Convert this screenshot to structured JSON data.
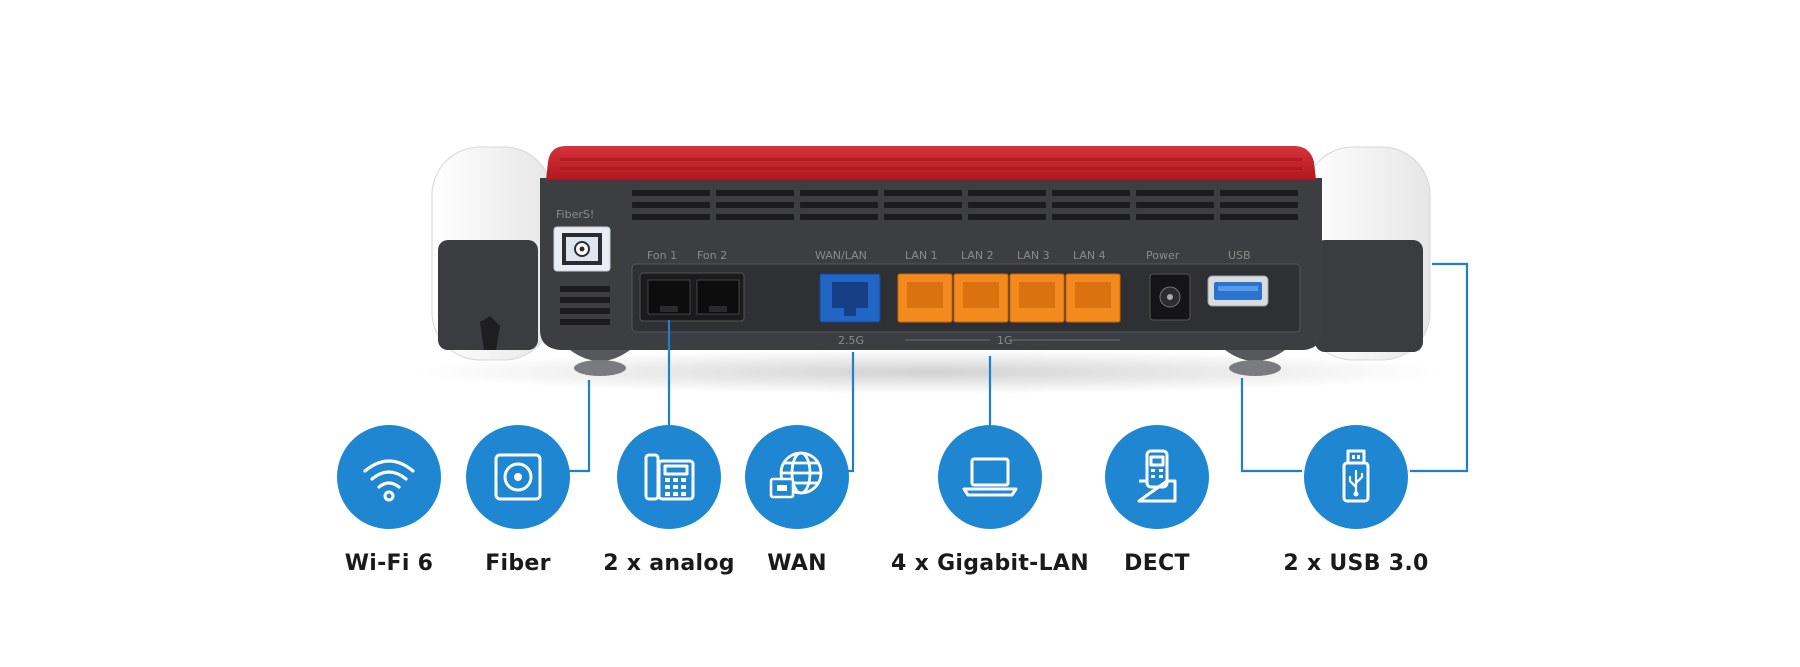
{
  "device": {
    "brand_label": "FiberS!",
    "port_labels": [
      "Fon 1",
      "Fon 2",
      "WAN/LAN",
      "LAN 1",
      "LAN 2",
      "LAN 3",
      "LAN 4",
      "Power",
      "USB"
    ],
    "wan_speed_label": "2.5G",
    "lan_speed_label": "1G",
    "colors": {
      "top_band": "#c8202a",
      "body": "#3d3e42",
      "panel": "#2b2c30",
      "end_caps": "#f4f4f4",
      "wan_port": "#2166c4",
      "lan_port": "#f28a1e",
      "usb_port": "#2a74cf"
    }
  },
  "features": [
    {
      "id": "wifi",
      "label": "Wi-Fi 6",
      "icon": "wifi-icon"
    },
    {
      "id": "fiber",
      "label": "Fiber",
      "icon": "fiber-port-icon"
    },
    {
      "id": "analog",
      "label": "2 x analog",
      "icon": "telephone-icon"
    },
    {
      "id": "wan",
      "label": "WAN",
      "icon": "globe-icon"
    },
    {
      "id": "lan",
      "label": "4 x Gigabit-LAN",
      "icon": "laptop-icon"
    },
    {
      "id": "dect",
      "label": "DECT",
      "icon": "cordless-phone-icon"
    },
    {
      "id": "usb",
      "label": "2 x USB 3.0",
      "icon": "usb-stick-icon"
    }
  ],
  "accent_color": "#1f86d1"
}
